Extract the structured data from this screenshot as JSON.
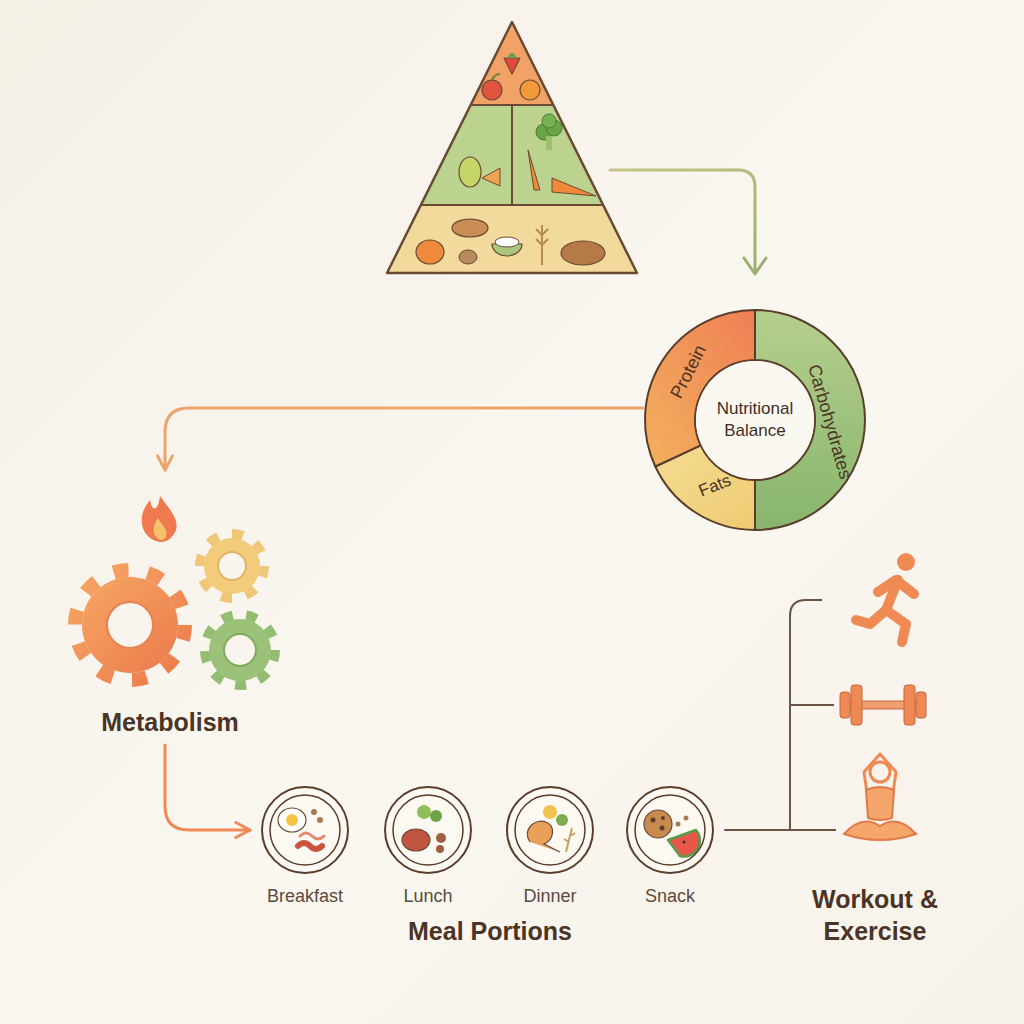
{
  "diagram": {
    "nodes": [
      {
        "text": [
          "Nutritional Balance",
          "Protein",
          "Carbohydrates",
          "Fats"
        ]
      },
      {
        "text": [
          "Metabolism"
        ]
      },
      {
        "text": [
          "Meal Portions"
        ]
      },
      {
        "text": [
          "Breakfast"
        ],
        "in": 2
      },
      {
        "text": [
          "Lunch"
        ],
        "in": 2
      },
      {
        "text": [
          "Dinner"
        ],
        "in": 2
      },
      {
        "text": [
          "Snack"
        ],
        "in": 2
      },
      {
        "text": [
          "Workout & Exercise"
        ]
      }
    ],
    "edges": [
      {
        "from": 0,
        "to": 1,
        "arrow": "to"
      },
      {
        "from": 1,
        "to": 3,
        "arrow": "to"
      },
      {
        "from": 6,
        "to": 7,
        "arrow": "none"
      }
    ]
  }
}
